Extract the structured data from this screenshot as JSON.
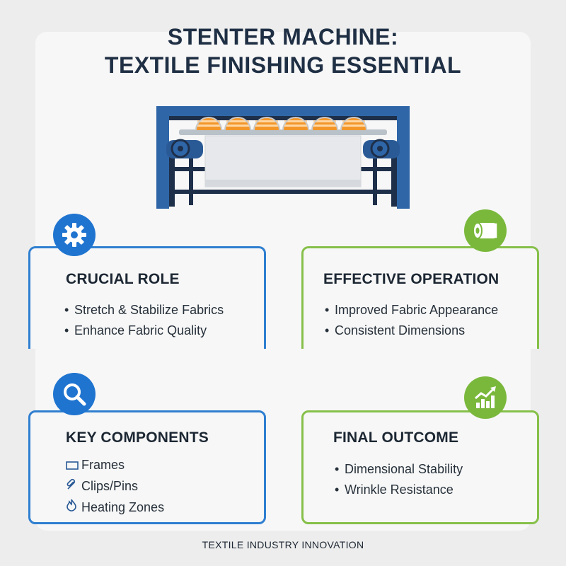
{
  "title_line1": "STENTER MACHINE:",
  "title_line2": "TEXTILE FINISHING ESSENTIAL",
  "cards": {
    "crucial_role": {
      "heading": "CRUCIAL ROLE",
      "items": [
        "Stretch & Stabilize Fabrics",
        "Enhance Fabric Quality"
      ]
    },
    "effective_operation": {
      "heading": "EFFECTIVE OPERATION",
      "items": [
        "Improved Fabric Appearance",
        "Consistent Dimensions"
      ]
    },
    "key_components": {
      "heading": "KEY COMPONENTS",
      "items": [
        "Frames",
        "Clips/Pins",
        "Heating Zones"
      ]
    },
    "final_outcome": {
      "heading": "FINAL OUTCOME",
      "items": [
        "Dimensional Stability",
        "Wrinkle Resistance"
      ]
    }
  },
  "icons": {
    "crucial_role": "gear-icon",
    "effective_operation": "fabric-roll-icon",
    "key_components": "magnifier-icon",
    "final_outcome": "growth-chart-icon"
  },
  "colors": {
    "blue": "#1f74d0",
    "green": "#7ab83c",
    "machine_frame": "#2f66a8",
    "heater": "#f3962a",
    "title": "#1f2f44"
  },
  "footer": "TEXTILE INDUSTRY INNOVATION"
}
